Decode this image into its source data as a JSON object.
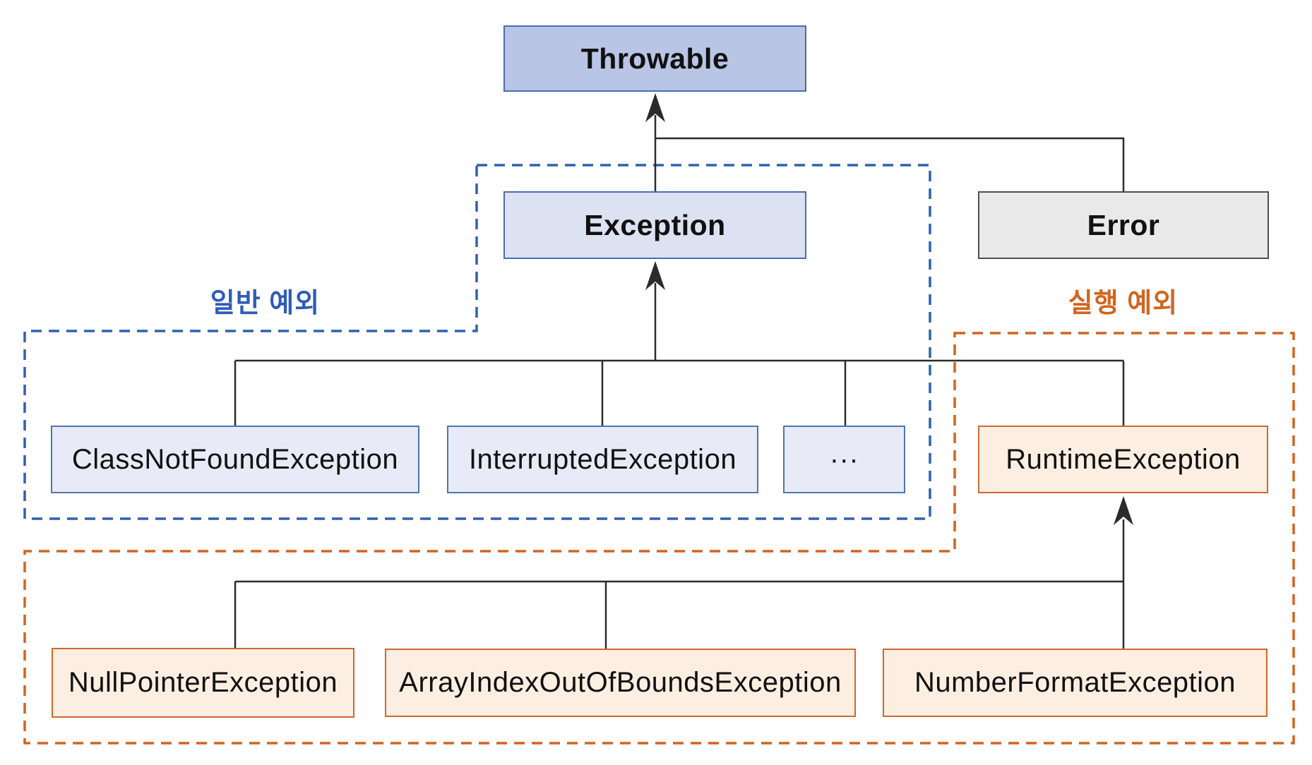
{
  "nodes": {
    "throwable": {
      "label": "Throwable"
    },
    "exception": {
      "label": "Exception"
    },
    "error": {
      "label": "Error"
    },
    "class_not_found j": {
      "label": ""
    },
    "class_not_found": {
      "label": "ClassNotFoundException"
    },
    "interrupted": {
      "label": "InterruptedException"
    },
    "ellipsis": {
      "label": "···"
    },
    "runtime": {
      "label": "RuntimeException"
    },
    "null_pointer": {
      "label": "NullPointerException"
    },
    "array_index": {
      "label": "ArrayIndexOutOfBoundsException"
    },
    "number_format": {
      "label": "NumberFormatException"
    }
  },
  "regions": {
    "general": {
      "label": "일반 예외",
      "color": "#2e5cb8"
    },
    "runtime": {
      "label": "실행 예외",
      "color": "#d2641f"
    }
  },
  "colors": {
    "throwable_fill": "#b9c5e5",
    "exception_fill": "#dde2f2",
    "leaf_blue_fill": "#e8ebf7",
    "blue_border": "#4a6cb3",
    "error_fill": "#e9e9e9",
    "error_border": "#4d4d4d",
    "orange_fill": "#fcefe2",
    "orange_border": "#d0682c",
    "connector_line": "#2b2b2b",
    "region_dash_blue": "#3060b0",
    "region_dash_orange": "#d2641f"
  }
}
